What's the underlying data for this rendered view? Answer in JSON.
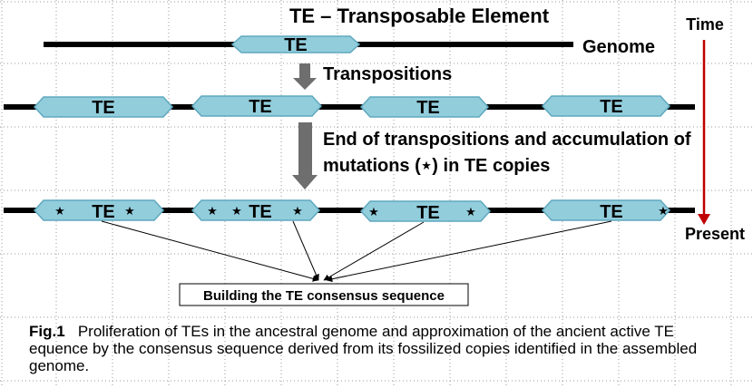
{
  "title": "TE – Transposable Element",
  "genome_label": "Genome",
  "time_label": "Time",
  "present_label": "Present",
  "steps": {
    "transpositions": "Transpositions",
    "end_line1": "End of transpositions and accumulation of",
    "end_line2": "mutations (⋆) in TE copies"
  },
  "te_label": "TE",
  "mutation_symbol": "★",
  "consensus_label": "Building the TE consensus sequence",
  "caption": {
    "fig_label": "Fig.1",
    "text": "Proliferation of TEs in the ancestral genome and approximation of the ancient active TE equence by the consensus sequence derived from its fossilized copies identified in the assembled genome."
  },
  "colors": {
    "te_fill": "#92CDDC",
    "te_stroke": "#5FA8BE",
    "arrow_gray": "#6E6E6E",
    "time_arrow": "#C00000",
    "genome_line": "#000000",
    "grid_dots": "#9A9A9A"
  }
}
